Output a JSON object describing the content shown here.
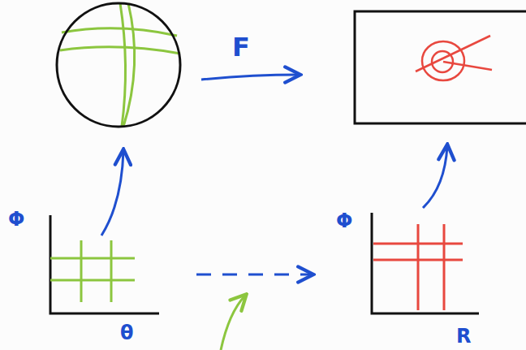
{
  "diagram": {
    "labels": [
      "F",
      "Φ",
      "θ",
      "Φ",
      "R"
    ]
  }
}
